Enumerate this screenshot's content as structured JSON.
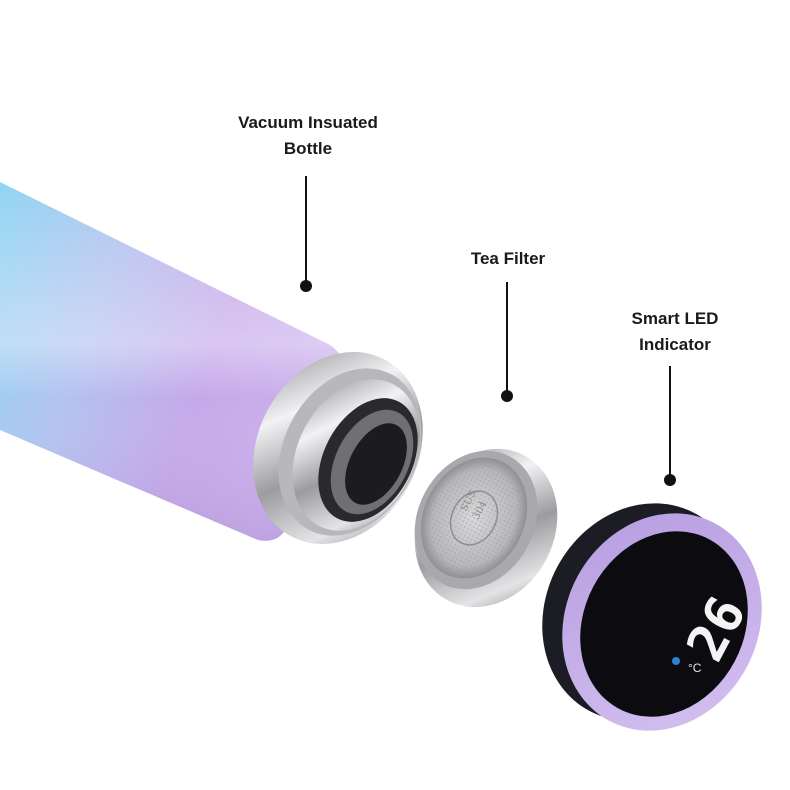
{
  "labels": {
    "bottle_line1": "Vacuum Insuated",
    "bottle_line2": "Bottle",
    "filter": "Tea Filter",
    "led_line1": "Smart LED",
    "led_line2": "Indicator"
  },
  "display": {
    "temperature": "26",
    "unit": "°C"
  },
  "filter_stamp": {
    "line1": "SUS",
    "line2": "304"
  },
  "colors": {
    "bottle_blue": "#8fd6f2",
    "bottle_purple": "#c6a8ea",
    "cap_purple": "#c4aaea",
    "steel": "#c9c9cc",
    "display_black": "#0c0c10",
    "droplet_blue": "#2f7fd8",
    "callout": "#111111"
  }
}
